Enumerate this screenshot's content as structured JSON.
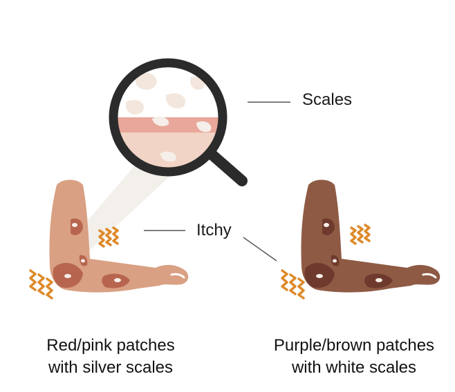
{
  "labels": {
    "scales": "Scales",
    "itchy": "Itchy"
  },
  "captions": {
    "left": {
      "line1": "Red/pink patches",
      "line2": "with silver scales"
    },
    "right": {
      "line1": "Purple/brown patches",
      "line2": "with white scales"
    }
  },
  "colors": {
    "skin_light": "#D9A083",
    "skin_dark": "#8E5A44",
    "patch_light": "#B8654F",
    "patch_dark": "#6E3A2D",
    "scale_white": "#F6EEE9",
    "itch_orange": "#DE8A2A",
    "magnifier": "#2B2B2B",
    "leader_line": "#555555"
  }
}
